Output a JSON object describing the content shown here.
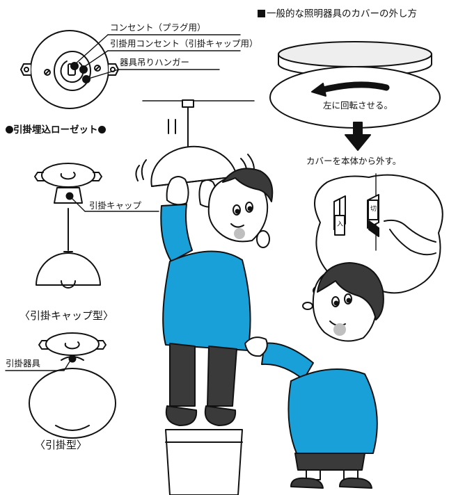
{
  "heading": "一般的な照明器具のカバーの外し方",
  "labels": {
    "outlet_plug": "コンセント（プラグ用）",
    "outlet_hook": "引掛用コンセント（引掛キャップ用）",
    "hanger": "器具吊りハンガー",
    "rosette": "引掛埋込ローゼット",
    "hook_cap": "引掛キャップ",
    "hook_cap_type": "〈引掛キャップ型〉",
    "hook_fixture": "引掛器具",
    "hook_type": "〈引掛型〉",
    "rotate_left": "左に回転させる。",
    "remove_cover": "カバーを本体から外す。"
  },
  "switch": {
    "on": "入",
    "off": "切"
  },
  "colors": {
    "shirt": "#1aa0d8",
    "ink": "#111111",
    "cheek": "#bfbfbf",
    "pants": "#3a3a3a"
  }
}
